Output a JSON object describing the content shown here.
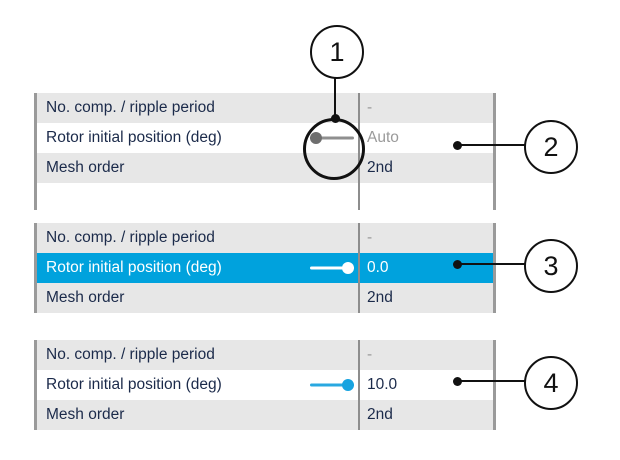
{
  "accent": {
    "selection_blue": "#00a2dd",
    "slider_blue": "#17a3e0",
    "row_stripe": "#e7e7e7",
    "divider_grey": "#8d8d8d",
    "border_grey": "#9a9a9a",
    "text_navy": "#1b2a4a",
    "muted_grey": "#9a9a9a",
    "callout_black": "#111111"
  },
  "panels": [
    {
      "id": "panel-auto",
      "rows": [
        {
          "name": "No. comp. / ripple period",
          "value": "-",
          "slider": "none",
          "selected": false,
          "muted_value": true
        },
        {
          "name": "Rotor initial position (deg)",
          "value": "Auto",
          "slider": "grey",
          "selected": false,
          "muted_value": true
        },
        {
          "name": "Mesh order",
          "value": "2nd",
          "slider": "none",
          "selected": false,
          "muted_value": false
        },
        {
          "name": "",
          "value": "",
          "slider": "none",
          "selected": false,
          "muted_value": false
        }
      ]
    },
    {
      "id": "panel-zero",
      "rows": [
        {
          "name": "No. comp. / ripple period",
          "value": "-",
          "slider": "none",
          "selected": false,
          "muted_value": true
        },
        {
          "name": "Rotor initial position (deg)",
          "value": "0.0",
          "slider": "white",
          "selected": true,
          "muted_value": false
        },
        {
          "name": "Mesh order",
          "value": "2nd",
          "slider": "none",
          "selected": false,
          "muted_value": false
        }
      ]
    },
    {
      "id": "panel-ten",
      "rows": [
        {
          "name": "No. comp. / ripple period",
          "value": "-",
          "slider": "none",
          "selected": false,
          "muted_value": true
        },
        {
          "name": "Rotor initial position (deg)",
          "value": "10.0",
          "slider": "blue",
          "selected": false,
          "muted_value": false
        },
        {
          "name": "Mesh order",
          "value": "2nd",
          "slider": "none",
          "selected": false,
          "muted_value": false
        }
      ]
    }
  ],
  "callouts": [
    {
      "id": "callout-1",
      "label": "1",
      "target": "rotor-initial-position-slider-auto"
    },
    {
      "id": "callout-2",
      "label": "2",
      "target": "rotor-initial-position-value-auto"
    },
    {
      "id": "callout-3",
      "label": "3",
      "target": "rotor-initial-position-value-zero"
    },
    {
      "id": "callout-4",
      "label": "4",
      "target": "rotor-initial-position-value-ten"
    }
  ]
}
